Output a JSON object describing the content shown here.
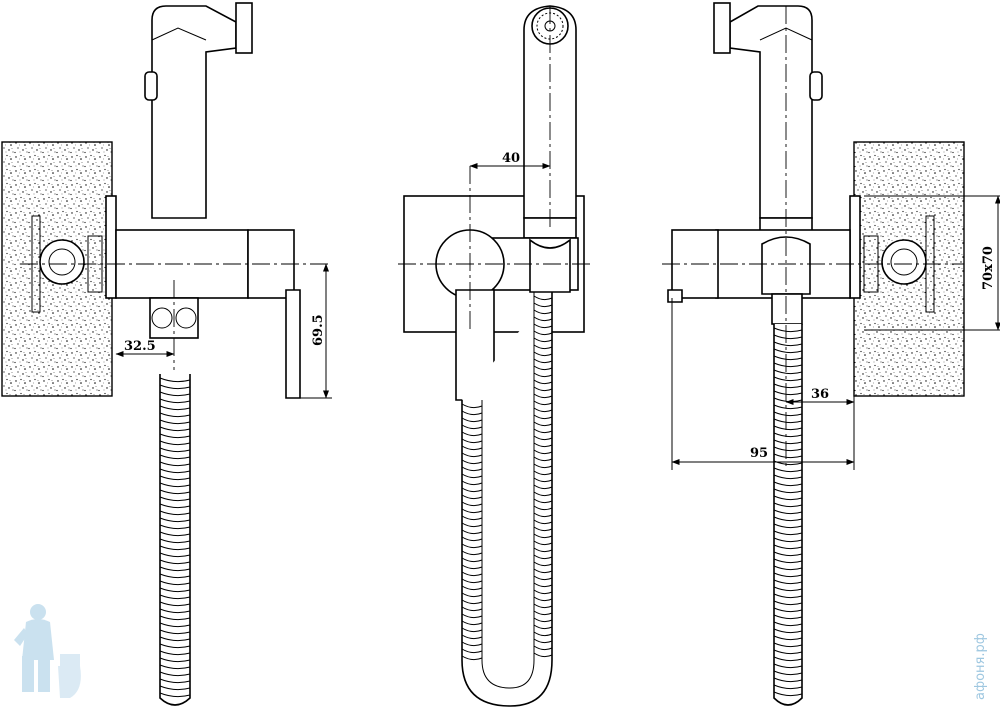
{
  "dimensions": {
    "left_offset": "32.5",
    "left_height": "69.5",
    "center_offset": "40",
    "right_plate": "70x70",
    "right_depth_small": "36",
    "right_depth_large": "95"
  },
  "watermark": {
    "text": "афоня.рф",
    "color": "#9ec7e0"
  }
}
